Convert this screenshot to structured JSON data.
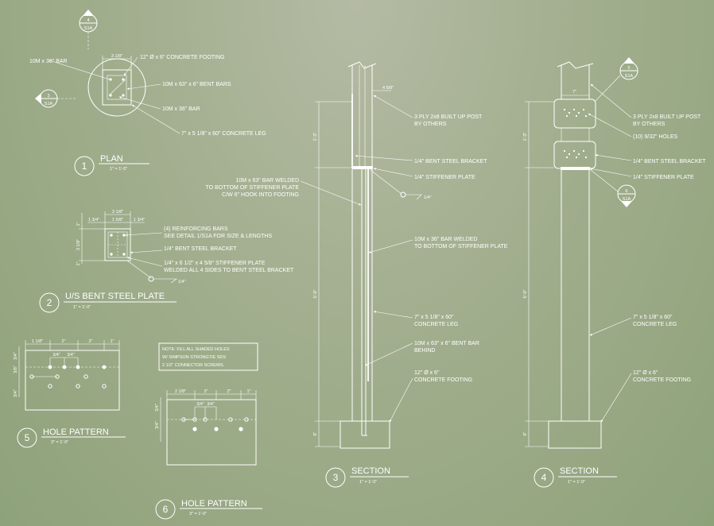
{
  "plan": {
    "tag_top_num": "4",
    "tag_top_sheet": "S1A",
    "tag_left_num": "3",
    "tag_left_sheet": "S1A",
    "dim_top": "3 1/8\"",
    "label_bar_left": "10M x 36\" BAR",
    "label_footing": "12\" Ø x 6\" CONCRETE FOOTING",
    "label_bent_bars": "10M x 63\" x 6\" BENT BARS",
    "label_bar": "10M x 36\" BAR",
    "label_leg": "7\" x 5 1/8\" x 60\" CONCRETE LEG",
    "title_num": "1",
    "title": "PLAN",
    "scale": "1\" = 1'-0\""
  },
  "plate": {
    "dim_top": "3 1/8\"",
    "dim_row": [
      "1 3/4\"",
      "1 5/8\"",
      "1 3/4\""
    ],
    "dim_side": [
      "1\"",
      "3 1/8\"",
      "1\""
    ],
    "label_bars_1": "(4) REINFORCING BARS",
    "label_bars_2": "SEE DETAIL 1/S1A FOR SIZE & LENGTHS",
    "label_bracket": "1/4\" BENT STEEL BRACKET",
    "label_stiffener_1": "1/4\" x 6 1/2\" x 4 5/8\" STIFFENER PLATE",
    "label_stiffener_2": "WELDED ALL 4 SIDES TO BENT STEEL BRACKET",
    "weld": "1/4\"",
    "title_num": "2",
    "title": "U/S BENT STEEL PLATE",
    "scale": "1\" = 1'-0\""
  },
  "hole5": {
    "dims_top": [
      "1 1/8\"",
      "2\"",
      "2\"",
      "1\""
    ],
    "dims_mid": [
      "3/4\"",
      "3/4\""
    ],
    "dims_side": [
      "3/4\"",
      "3/8\"",
      "3/4\""
    ],
    "title_num": "5",
    "title": "HOLE PATTERN",
    "scale": "3\" = 1'-0\""
  },
  "hole6": {
    "note_1": "NOTE: FILL ALL SHADED HOLES",
    "note_2": "W/ SIMPSON STRONGTIE SDS",
    "note_3": "2 1/2\" CONNECTOR SCREWS.",
    "dims_top": [
      "2 1/8\"",
      "2\"",
      "2\"",
      "1\""
    ],
    "dims_mid": [
      "3/4\"",
      "3/4\""
    ],
    "dims_side": [
      "3/4\"",
      "3/4\""
    ],
    "title_num": "6",
    "title": "HOLE PATTERN",
    "scale": "3\" = 1'-0\""
  },
  "section3": {
    "dim_top": "4 5/8\"",
    "dim_upper": "1'-3\"",
    "dim_lower": "5'-0\"",
    "dim_base": "6\"",
    "label_post_1": "3 PLY 2x8 BUILT UP POST",
    "label_post_2": "BY OTHERS",
    "label_bracket": "1/4\" BENT STEEL BRACKET",
    "label_stiffener": "1/4\" STIFFENER PLATE",
    "weld": "1/4\"",
    "label_hook_1": "10M x 63\" BAR WELDED",
    "label_hook_2": "TO BOTTOM OF STIFFENER PLATE",
    "label_hook_3": "C/W 6\" HOOK INTO FOOTING",
    "label_bar_1": "10M x 36\" BAR WELDED",
    "label_bar_2": "TO BOTTOM OF STIFFENER PLATE",
    "label_leg_1": "7\" x 5 1/8\" x 60\"",
    "label_leg_2": "CONCRETE LEG",
    "label_bent_1": "10M x 63\" x 6\" BENT BAR",
    "label_bent_2": "BEHIND",
    "label_footing_1": "12\" Ø x 6\"",
    "label_footing_2": "CONCRETE FOOTING",
    "title_num": "3",
    "title": "SECTION",
    "scale": "1\" = 1'-0\""
  },
  "section4": {
    "tag_num": "5",
    "tag_sheet": "S1A",
    "tag2_num": "6",
    "tag2_sheet": "S1A",
    "dim_top": "7\"",
    "dim_upper": "1'-3\"",
    "dim_lower": "5'-0\"",
    "dim_base": "6\"",
    "label_post_1": "3 PLY 2x8 BUILT UP POST",
    "label_post_2": "BY OTHERS",
    "label_holes": "(10) 9/32\" HOLES",
    "label_bracket": "1/4\" BENT STEEL BRACKET",
    "label_stiffener": "1/4\" STIFFENER PLATE",
    "label_leg_1": "7\" x 5 1/8\" x 60\"",
    "label_leg_2": "CONCRETE LEG",
    "label_footing_1": "12\" Ø x 6\"",
    "label_footing_2": "CONCRETE FOOTING",
    "title_num": "4",
    "title": "SECTION",
    "scale": "1\" = 1'-0\""
  }
}
